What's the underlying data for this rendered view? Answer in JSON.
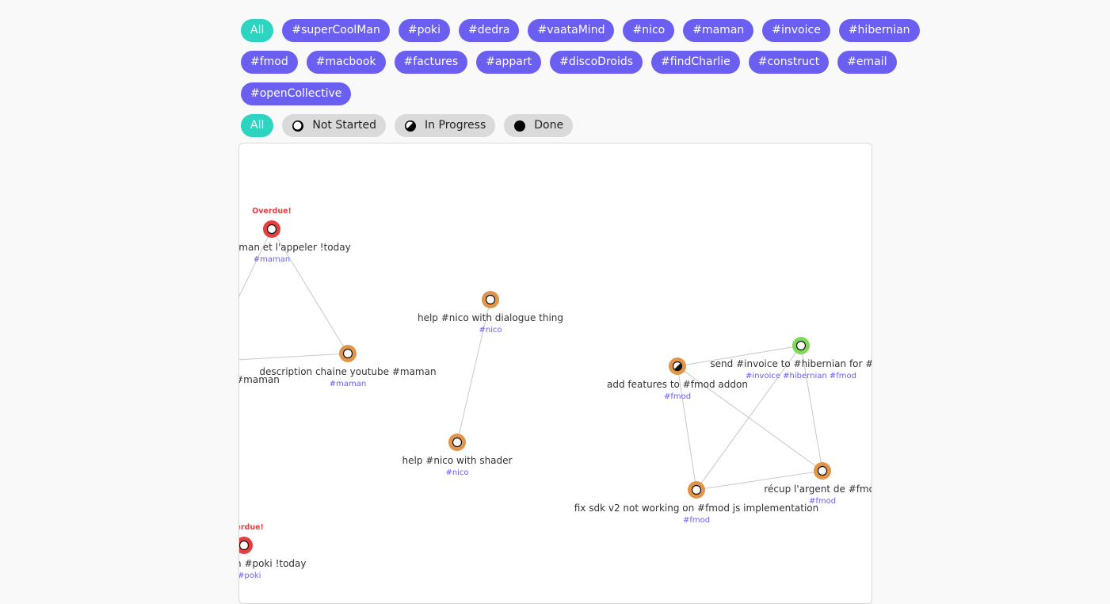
{
  "tag_filters": [
    "All",
    "#superCoolMan",
    "#poki",
    "#dedra",
    "#vaataMind",
    "#nico",
    "#maman",
    "#invoice",
    "#hibernian",
    "#fmod",
    "#macbook",
    "#factures",
    "#appart",
    "#discoDroids",
    "#findCharlie",
    "#construct",
    "#email",
    "#openCollective"
  ],
  "status_filters": [
    {
      "label": "All",
      "icon": ""
    },
    {
      "label": "Not Started",
      "icon": "not-started"
    },
    {
      "label": "In Progress",
      "icon": "in-progress"
    },
    {
      "label": "Done",
      "icon": "done"
    }
  ],
  "colors": {
    "tag_pill": "#6b5ff2",
    "active_pill": "#2dd4bf",
    "status_pill": "#dadada",
    "overdue": "#e53e3e",
    "pending": "#e0954a",
    "done": "#7ed957",
    "edge": "#c8c8c8"
  },
  "graph": {
    "nodes": [
      {
        "id": "maman-call",
        "label": "s de #maman et l'appeler !today",
        "tags": "#maman",
        "overdue": "Overdue!",
        "state": "overdue",
        "icon": "not-started"
      },
      {
        "id": "desc-youtube",
        "label": "description chaine youtube #maman",
        "tags": "#maman",
        "overdue": "",
        "state": "pending",
        "icon": "not-started"
      },
      {
        "id": "maman-left",
        "label": "#maman",
        "tags": "",
        "overdue": "",
        "state": "offscreen",
        "icon": ""
      },
      {
        "id": "nico-dialogue",
        "label": "help #nico with dialogue thing",
        "tags": "#nico",
        "overdue": "",
        "state": "pending",
        "icon": "not-started"
      },
      {
        "id": "nico-shader",
        "label": "help #nico with shader",
        "tags": "#nico",
        "overdue": "",
        "state": "pending",
        "icon": "not-started"
      },
      {
        "id": "invoice",
        "label": "send #invoice to #hibernian for #fmo",
        "tags": "#invoice #hibernian #fmod",
        "overdue": "",
        "state": "done",
        "icon": "not-started"
      },
      {
        "id": "fmod-addon",
        "label": "add features to #fmod addon",
        "tags": "#fmod",
        "overdue": "",
        "state": "pending",
        "icon": "in-progress"
      },
      {
        "id": "fmod-sdk",
        "label": "fix sdk v2 not working on #fmod js implementation",
        "tags": "#fmod",
        "overdue": "",
        "state": "pending",
        "icon": "not-started"
      },
      {
        "id": "fmod-argent",
        "label": "récup l'argent de #fmod",
        "tags": "#fmod",
        "overdue": "",
        "state": "pending",
        "icon": "not-started"
      },
      {
        "id": "poki-games",
        "label": "ra games on #poki !today",
        "tags": "ra #poki",
        "overdue": "Overdue!",
        "state": "overdue",
        "icon": "not-started"
      }
    ],
    "edges": [
      [
        "maman-call",
        "desc-youtube"
      ],
      [
        "maman-call",
        "maman-left"
      ],
      [
        "desc-youtube",
        "maman-left"
      ],
      [
        "nico-dialogue",
        "nico-shader"
      ],
      [
        "fmod-addon",
        "invoice"
      ],
      [
        "fmod-addon",
        "fmod-sdk"
      ],
      [
        "fmod-addon",
        "fmod-argent"
      ],
      [
        "invoice",
        "fmod-sdk"
      ],
      [
        "invoice",
        "fmod-argent"
      ],
      [
        "fmod-sdk",
        "fmod-argent"
      ]
    ]
  }
}
